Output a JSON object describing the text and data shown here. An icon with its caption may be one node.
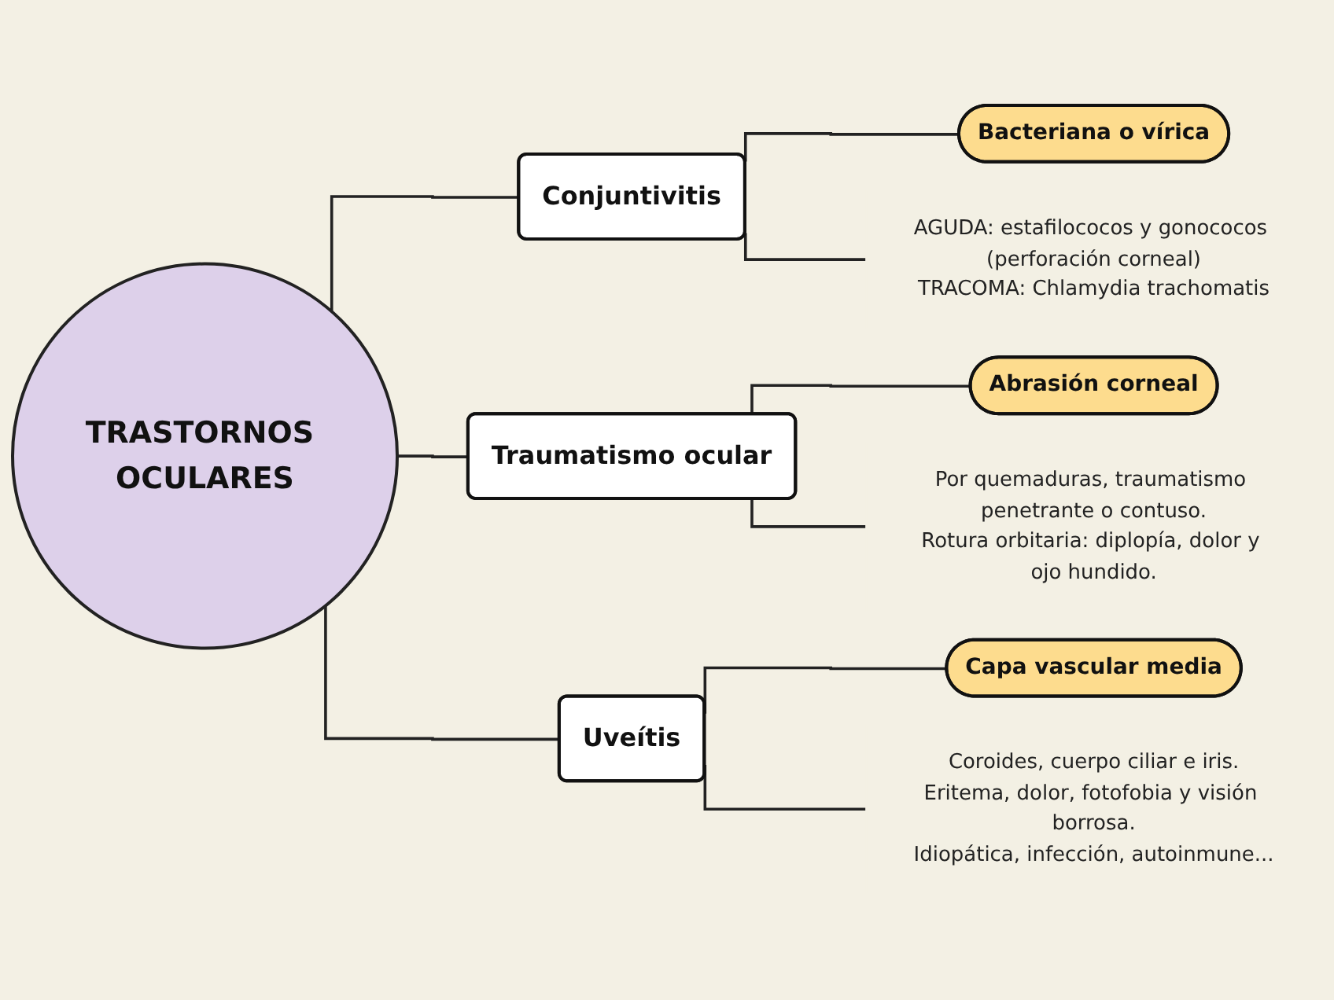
{
  "diagram": {
    "nodes": [
      {
        "text": [
          "TRASTORNOS OCULARES"
        ]
      },
      {
        "text": [
          "Conjuntivitis"
        ]
      },
      {
        "text": [
          "Bacteriana o vírica"
        ]
      },
      {
        "text": [
          "AGUDA: estafilococos y gonococos (perforación corneal)",
          "TRACOMA: Chlamydia trachomatis"
        ]
      },
      {
        "text": [
          "Traumatismo ocular"
        ]
      },
      {
        "text": [
          "Abrasión corneal"
        ]
      },
      {
        "text": [
          "Por quemaduras, traumatismo penetrante o contuso.",
          "Rotura orbitaria: diplopía, dolor y ojo hundido."
        ]
      },
      {
        "text": [
          "Uveítis"
        ]
      },
      {
        "text": [
          "Capa vascular media"
        ]
      },
      {
        "text": [
          "Coroides, cuerpo ciliar e iris.",
          "Eritema, dolor, fotofobia y visión borrosa.",
          "Idiopática, infección, autoinmune..."
        ]
      }
    ],
    "edges": [
      {
        "from": 0,
        "to": 1,
        "arrow": "none"
      },
      {
        "from": 0,
        "to": 4,
        "arrow": "none"
      },
      {
        "from": 0,
        "to": 7,
        "arrow": "none"
      },
      {
        "from": 1,
        "to": 2,
        "arrow": "none"
      },
      {
        "from": 1,
        "to": 3,
        "arrow": "none"
      },
      {
        "from": 4,
        "to": 5,
        "arrow": "none"
      },
      {
        "from": 4,
        "to": 6,
        "arrow": "none"
      },
      {
        "from": 7,
        "to": 8,
        "arrow": "none"
      },
      {
        "from": 7,
        "to": 9,
        "arrow": "none"
      }
    ]
  }
}
